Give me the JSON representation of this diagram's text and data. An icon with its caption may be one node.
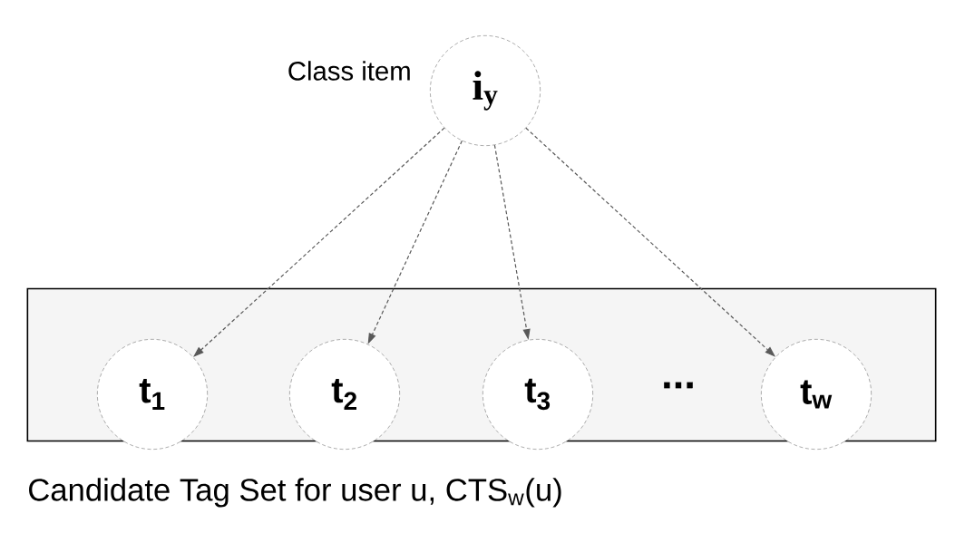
{
  "diagram": {
    "nodes": [
      {
        "text": [
          "Candidate Tag Set for user u, CTS$_{w}$(u)"
        ]
      },
      {
        "text": [
          "i$_{y}$"
        ],
        "beside": [
          "Class item"
        ]
      },
      {
        "text": [
          "t$_{1}$"
        ],
        "in": 0
      },
      {
        "text": [
          "t$_{2}$"
        ],
        "in": 0
      },
      {
        "text": [
          "t$_{3}$"
        ],
        "in": 0
      },
      {
        "text": [
          "t$_{w}$"
        ],
        "in": 0
      }
    ],
    "edges": [
      {
        "from": 1,
        "to": 2,
        "arrow": "to",
        "style": "dashed"
      },
      {
        "from": 1,
        "to": 3,
        "arrow": "to",
        "style": "dashed"
      },
      {
        "from": 1,
        "to": 4,
        "arrow": "to",
        "style": "dashed"
      },
      {
        "from": 1,
        "to": 5,
        "arrow": "to",
        "style": "dashed"
      }
    ],
    "labels": [
      "..."
    ]
  }
}
